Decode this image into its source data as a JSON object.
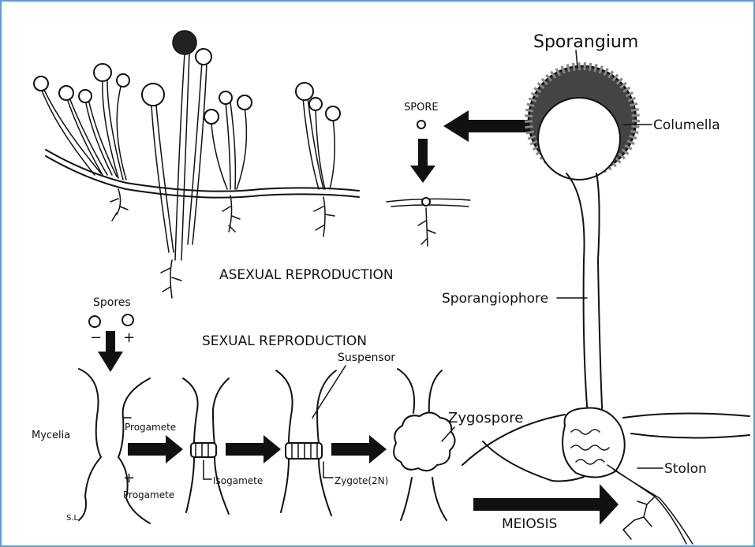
{
  "labels": {
    "sporangium": "Sporangium",
    "columella": "Columella",
    "sporangiophore": "Sporangiophore",
    "stolon": "Stolon",
    "spore": "SPORE",
    "asexual": "ASEXUAL REPRODUCTION",
    "spores": "Spores",
    "minus": "−",
    "plus": "+",
    "sexual": "SEXUAL REPRODUCTION",
    "suspensor": "Suspensor",
    "zygospore": "Zygospore",
    "mycelia": "Mycelia",
    "progamete_top": "Progamete",
    "progamete_bottom": "Progamete",
    "plus_bottom": "+",
    "isogamete": "Isogamete",
    "zygote": "Zygote(2N)",
    "meiosis": "MEIOSIS",
    "corner_mark": "S.L"
  },
  "colors": {
    "frame_border": "#5b9bd5",
    "ink": "#111111"
  }
}
